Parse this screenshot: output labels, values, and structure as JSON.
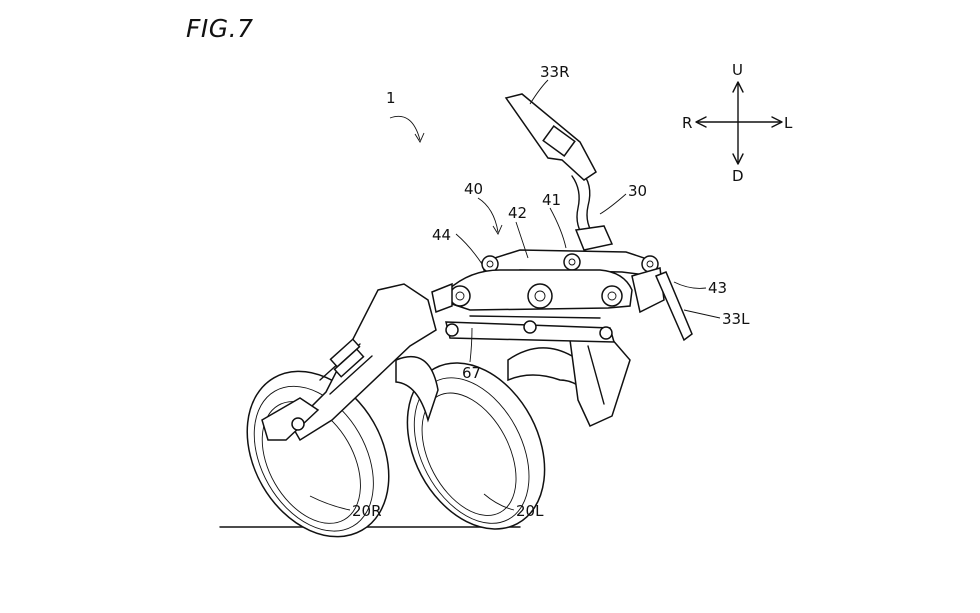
{
  "figure": {
    "title": "FIG.7",
    "direction_labels": {
      "up": "U",
      "down": "D",
      "right": "R",
      "left": "L"
    },
    "reference_labels": {
      "vehicle": "1",
      "right_grip": "33R",
      "left_grip": "33L",
      "handle": "30",
      "linkage": "40",
      "cross_member_41": "41",
      "cross_member_42": "42",
      "side_member_43": "43",
      "side_member_44": "44",
      "part_67": "67",
      "right_wheel": "20R",
      "left_wheel": "20L"
    }
  }
}
